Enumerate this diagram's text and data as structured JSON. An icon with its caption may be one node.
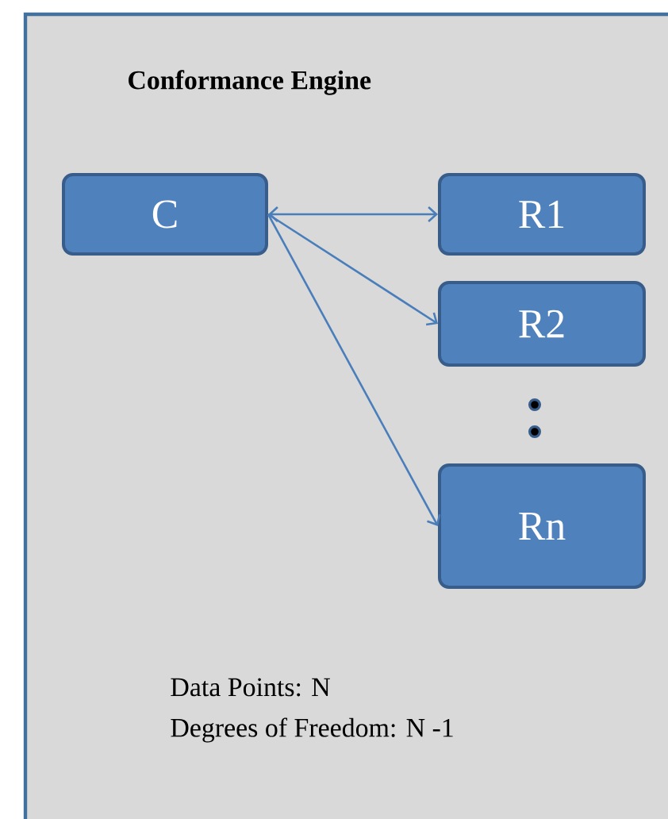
{
  "diagram": {
    "nodes": [
      {
        "text": [
          "Conformance Engine",
          "Data Points: N",
          "Degrees of Freedom: N -1"
        ]
      },
      {
        "text": [
          "C"
        ],
        "in": 0
      },
      {
        "text": [
          "R1"
        ],
        "in": 0
      },
      {
        "text": [
          "R2"
        ],
        "in": 0
      },
      {
        "text": [
          "Rn"
        ],
        "in": 0
      }
    ],
    "edges": [
      {
        "from": 1,
        "to": 2,
        "arrow": "both"
      },
      {
        "from": 1,
        "to": 3,
        "arrow": "to"
      },
      {
        "from": 1,
        "to": 4,
        "arrow": "to"
      }
    ]
  }
}
